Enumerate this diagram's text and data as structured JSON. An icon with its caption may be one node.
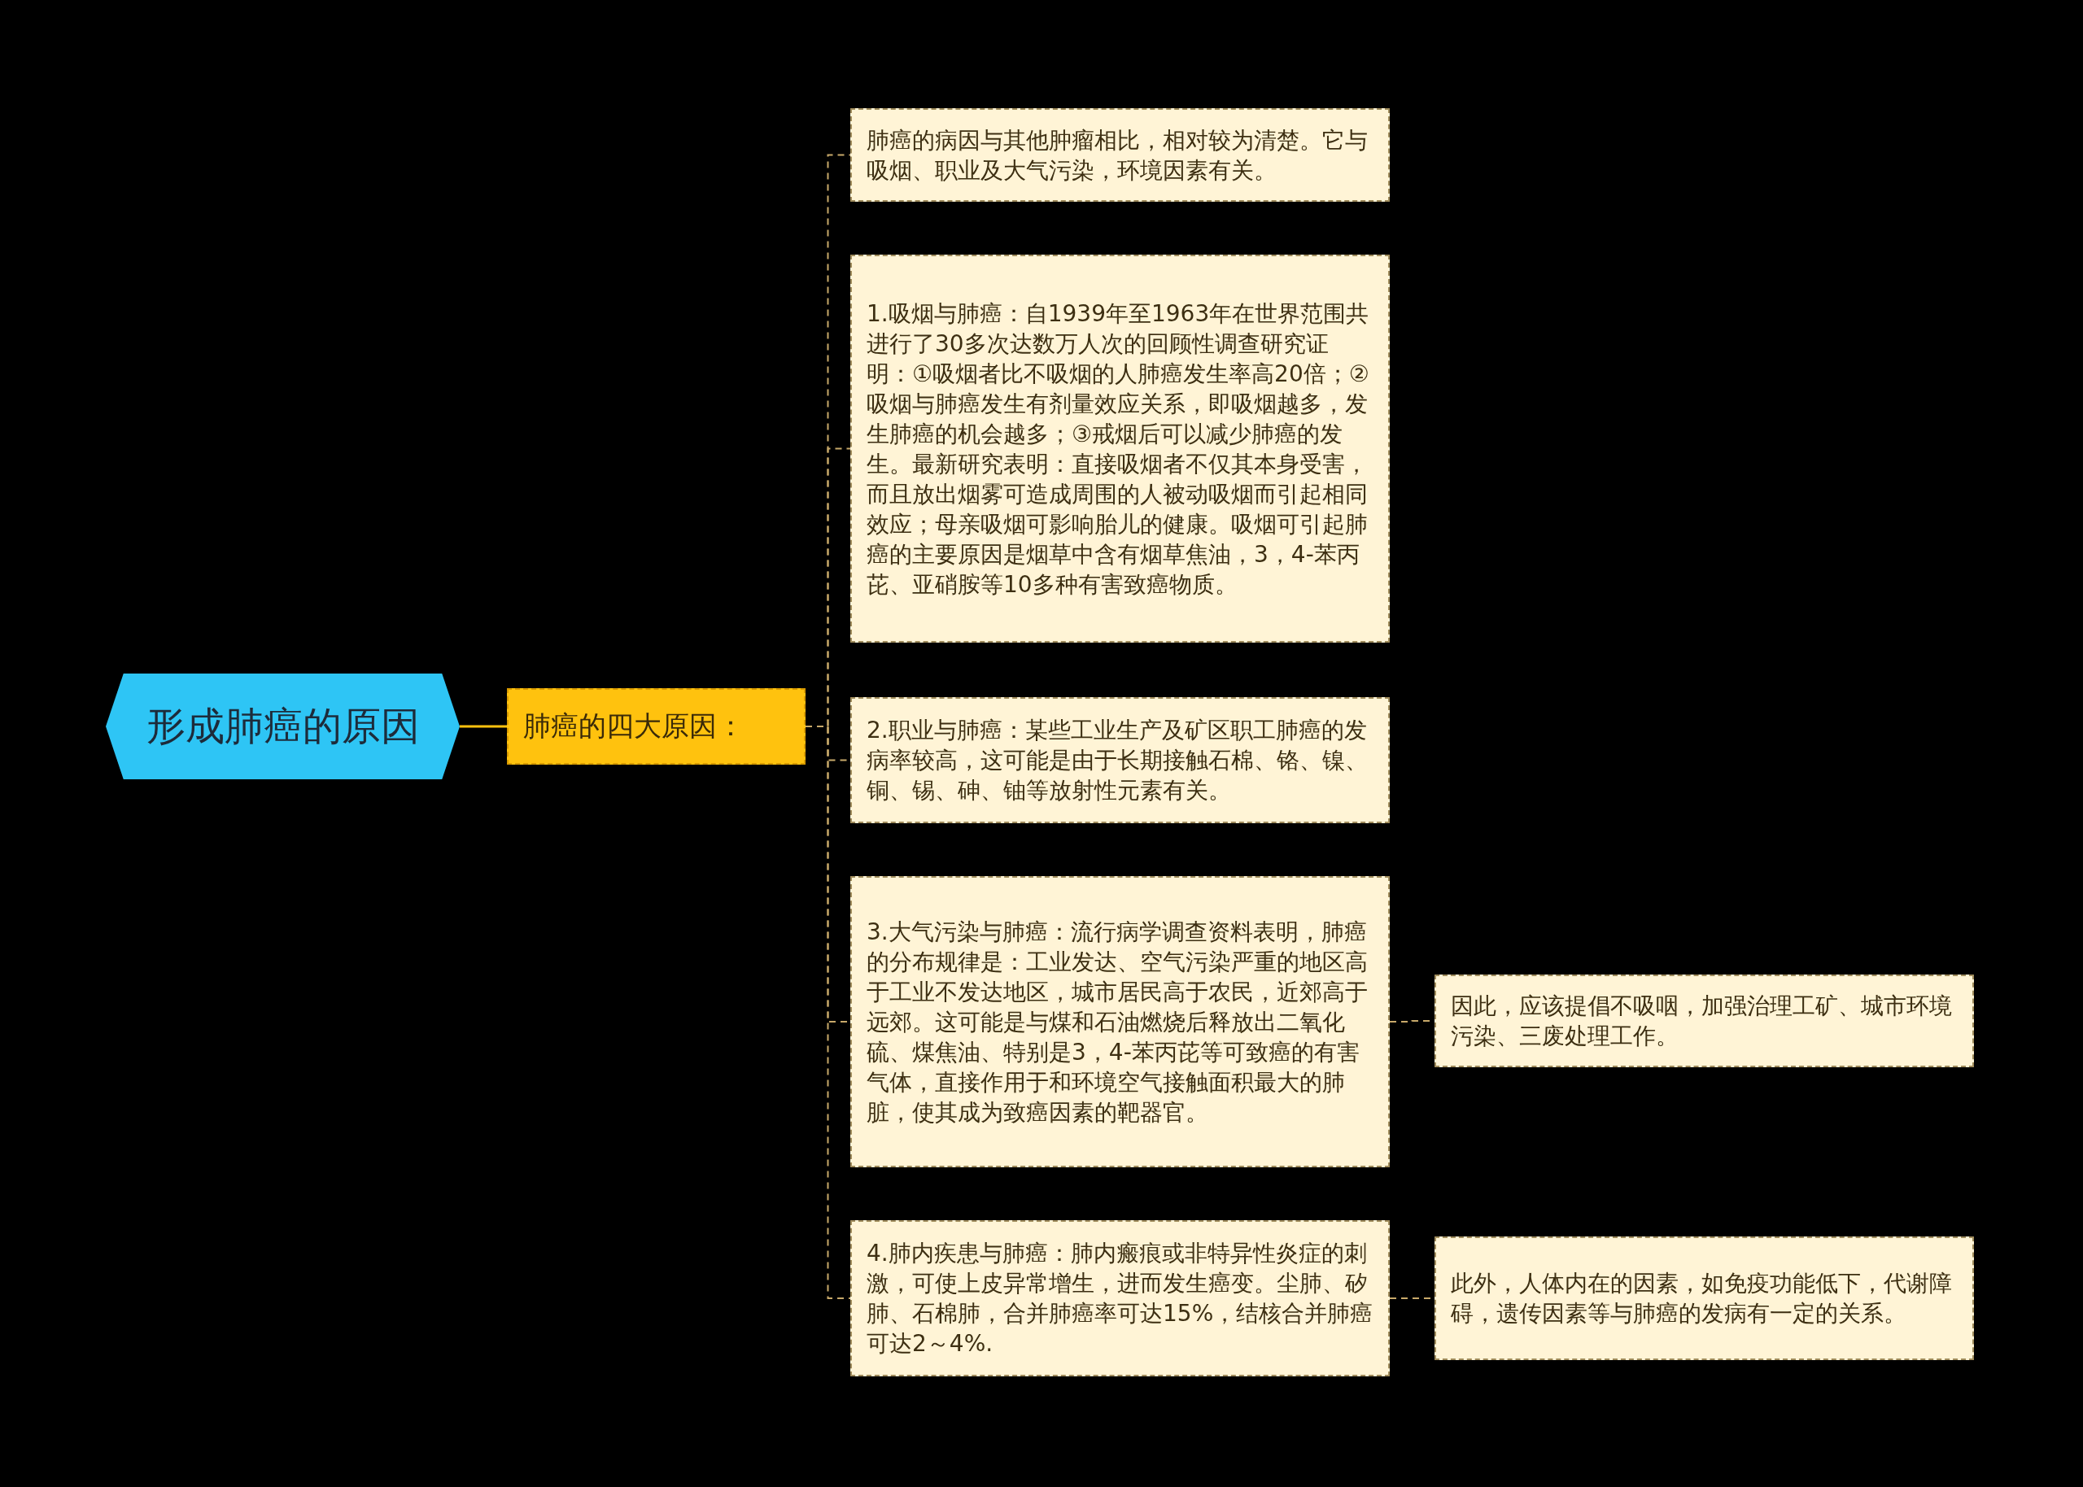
{
  "diagram": {
    "nodes": [
      {
        "text": [
          "形成肺癌的原因"
        ]
      },
      {
        "text": [
          "肺癌的四大原因："
        ]
      },
      {
        "text": [
          "肺癌的病因与其他肿瘤相比，相对较为清楚。它与吸烟、职业及大气污染，环境因素有关。"
        ]
      },
      {
        "text": [
          "1.吸烟与肺癌：自1939年至1963年在世界范围共进行了30多次达数万人次的回顾性调查研究证明：①吸烟者比不吸烟的人肺癌发生率高20倍；②吸烟与肺癌发生有剂量效应关系，即吸烟越多，发生肺癌的机会越多；③戒烟后可以减少肺癌的发生。最新研究表明：直接吸烟者不仅其本身受害，而且放出烟雾可造成周围的人被动吸烟而引起相同效应；母亲吸烟可影响胎儿的健康。吸烟可引起肺癌的主要原因是烟草中含有烟草焦油，3，4-苯丙芘、亚硝胺等10多种有害致癌物质。"
        ]
      },
      {
        "text": [
          "2.职业与肺癌：某些工业生产及矿区职工肺癌的发病率较高，这可能是由于长期接触石棉、铬、镍、铜、锡、砷、铀等放射性元素有关。"
        ]
      },
      {
        "text": [
          "3.大气污染与肺癌：流行病学调查资料表明，肺癌的分布规律是：工业发达、空气污染严重的地区高于工业不发达地区，城市居民高于农民，近郊高于远郊。这可能是与煤和石油燃烧后释放出二氧化硫、煤焦油、特别是3，4-苯丙芘等可致癌的有害气体，直接作用于和环境空气接触面积最大的肺脏，使其成为致癌因素的靶器官。"
        ]
      },
      {
        "text": [
          "4.肺内疾患与肺癌：肺内瘢痕或非特异性炎症的刺激，可使上皮异常增生，进而发生癌变。尘肺、矽肺、石棉肺，合并肺癌率可达15%，结核合并肺癌可达2～4%."
        ]
      },
      {
        "text": [
          "因此，应该提倡不吸咽，加强治理工矿、城市环境污染、三废处理工作。"
        ]
      },
      {
        "text": [
          "此外，人体内在的因素，如免疫功能低下，代谢障碍，遗传因素等与肺癌的发病有一定的关系。"
        ]
      }
    ],
    "edges": [
      {
        "from": 0,
        "to": 1,
        "arrow": "none",
        "color": "#ffc20e"
      },
      {
        "from": 1,
        "to": 2,
        "arrow": "none",
        "style": "dashed"
      },
      {
        "from": 1,
        "to": 3,
        "arrow": "none",
        "style": "dashed"
      },
      {
        "from": 1,
        "to": 4,
        "arrow": "none",
        "style": "dashed"
      },
      {
        "from": 1,
        "to": 5,
        "arrow": "none",
        "style": "dashed"
      },
      {
        "from": 1,
        "to": 6,
        "arrow": "none",
        "style": "dashed"
      },
      {
        "from": 5,
        "to": 7,
        "arrow": "none",
        "style": "dashed"
      },
      {
        "from": 6,
        "to": 8,
        "arrow": "none",
        "style": "dashed"
      }
    ]
  }
}
